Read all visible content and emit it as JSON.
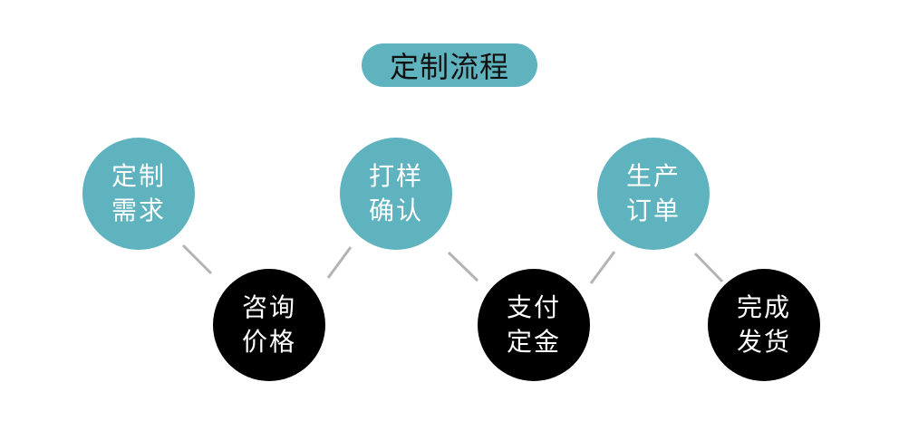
{
  "title": "定制流程",
  "colors": {
    "accent": "#5fb3bf",
    "dark": "#000000",
    "connector": "#b3b3b3"
  },
  "steps": [
    {
      "line1": "定制",
      "line2": "需求"
    },
    {
      "line1": "咨询",
      "line2": "价格"
    },
    {
      "line1": "打样",
      "line2": "确认"
    },
    {
      "line1": "支付",
      "line2": "定金"
    },
    {
      "line1": "生产",
      "line2": "订单"
    },
    {
      "line1": "完成",
      "line2": "发货"
    }
  ]
}
